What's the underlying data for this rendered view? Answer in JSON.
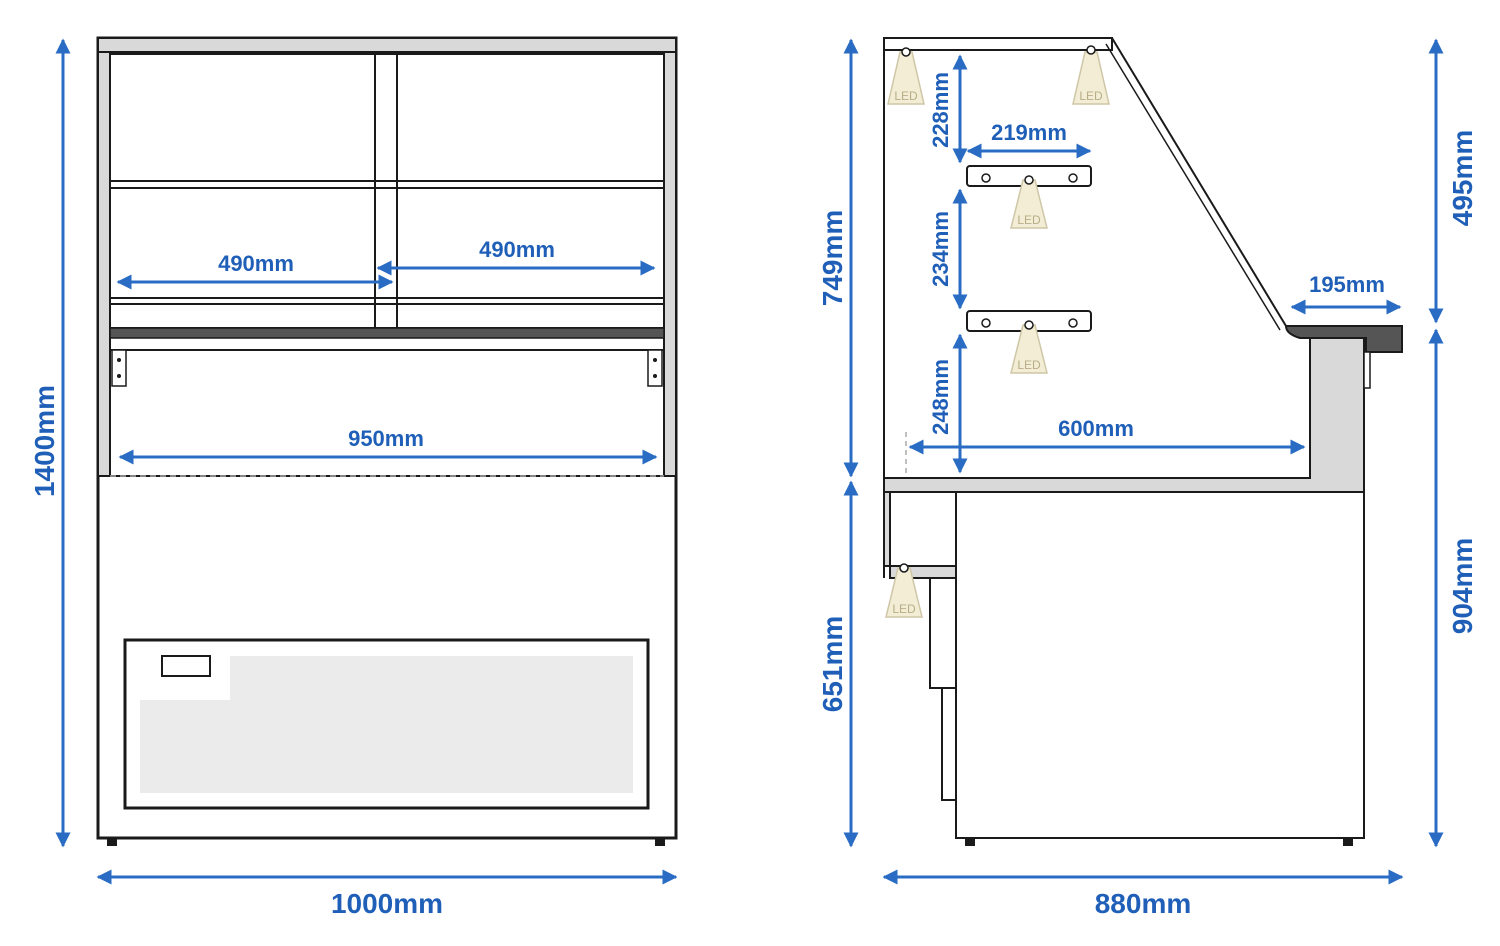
{
  "front_view": {
    "height_label": "1400mm",
    "width_label": "1000mm",
    "inner_width_label": "950mm",
    "left_half_label": "490mm",
    "right_half_label": "490mm"
  },
  "side_view": {
    "depth_label": "880mm",
    "upper_height_label": "749mm",
    "lower_height_label": "651mm",
    "right_upper_label": "495mm",
    "right_lower_label": "904mm",
    "ledge_label": "195mm",
    "shelf_gap_top_label": "228mm",
    "shelf_gap_mid_label": "234mm",
    "shelf_gap_bottom_label": "248mm",
    "shelf_depth_label": "219mm",
    "interior_depth_label": "600mm",
    "led_label": "LED"
  },
  "colors": {
    "dimension_blue": "#2a6cc4",
    "outline": "#1a1a1a",
    "panel_gray": "#d9d9d9",
    "led_beige": "#f3edd6"
  }
}
